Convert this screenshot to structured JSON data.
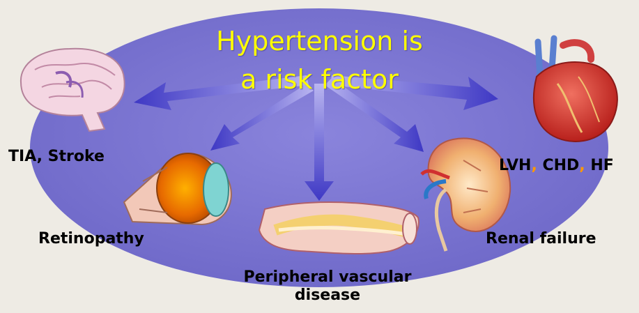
{
  "title": {
    "line1": "Hypertension is",
    "line2": "a risk factor"
  },
  "labels": {
    "stroke": "TIA, Stroke",
    "retinopathy": "Retinopathy",
    "pvd_line1": "Peripheral vascular",
    "pvd_line2": "disease",
    "renal": "Renal failure",
    "heart": {
      "lvh": "LVH",
      "sep1": ",",
      "chd": "CHD",
      "sep2": ",",
      "hf": "HF"
    }
  },
  "icons": [
    "brain-icon",
    "eye-icon",
    "artery-icon",
    "kidney-icon",
    "heart-icon"
  ],
  "colors": {
    "background": "#eeebe4",
    "ellipse": "#7c76d2",
    "title_text": "#ffff00",
    "arrow": "#4a44c8",
    "label_text": "#000000",
    "separator": "#ff9900"
  }
}
